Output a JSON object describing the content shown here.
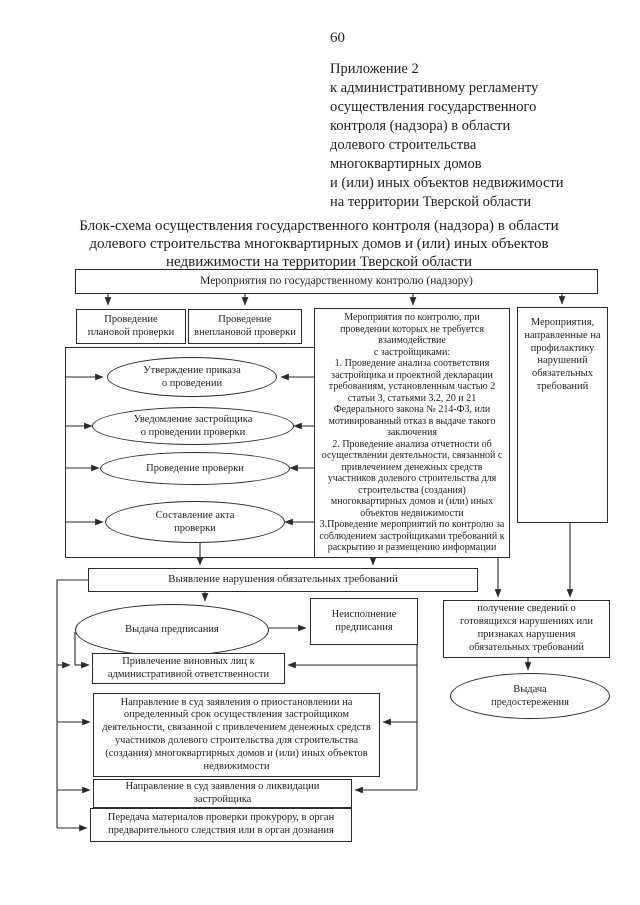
{
  "page": {
    "number": "60"
  },
  "header": {
    "lines": [
      "Приложение 2",
      "к административному регламенту",
      "осуществления государственного",
      "контроля (надзора) в области",
      "долевого строительства",
      "многоквартирных домов",
      "и (или) иных объектов недвижимости",
      "на территории Тверской области"
    ]
  },
  "title": {
    "text": "Блок-схема осуществления государственного контроля (надзора) в области\nдолевого строительства многоквартирных домов и (или) иных объектов\nнедвижимости на территории Тверской области"
  },
  "chart": {
    "top_box": "Мероприятия по государственному контролю (надзору)",
    "planned": "Проведение\nплановой проверки",
    "unplanned": "Проведение\nвнеплановой проверки",
    "step_order": "Утверждение приказа\nо проведении",
    "step_notice": "Уведомление застройщика\nо проведении проверки",
    "step_check": "Проведение проверки",
    "step_act": "Составление акта\nпроверки",
    "no_interaction": "Мероприятия по контролю, при проведении которых не требуется взаимодействие\nс застройщиками:\n1. Проведение анализа соответствия застройщика и проектной декларации требованиям, установленным частью 2 статьи 3, статьями 3.2, 20 и 21 Федерального закона № 214-ФЗ, или мотивированный отказ в выдаче такого заключения\n2. Проведение анализа отчетности об осуществлении деятельности, связанной с привлечением денежных средств участников долевого строительства для строительства (создания) многоквартирных домов и (или) иных объектов недвижимости\n3.Проведение мероприятий по контролю за соблюдением застройщиками требований к раскрытию и размещению информации",
    "prevention": "Мероприятия, направленные на профилактику нарушений обязательных требований",
    "detection": "Выявление нарушения обязательных требований",
    "prescription": "Выдача предписания",
    "noncompliance": "Неисполнение\nпредписания",
    "info_received": "получение сведений о готовящихся нарушениях или признаках нарушения обязательных требований",
    "warning": "Выдача\nпредостережения",
    "liability": "Привлечение виновных лиц к административной ответственности",
    "suspension": "Направление в суд заявления о приостановлении на определенный срок осуществления застройщиком деятельности, связанной с привлечением денежных средств участников долевого строительства для строительства (создания) многоквартирных домов и (или) иных объектов недвижимости",
    "liquidation": "Направление в суд заявления о ликвидации\nзастройщика",
    "transfer": "Передача материалов проверки прокурору, в орган предварительного следствия или в орган дознания"
  },
  "colors": {
    "ink": "#1f1f1f",
    "line": "#2b2b2b",
    "background": "#ffffff"
  }
}
